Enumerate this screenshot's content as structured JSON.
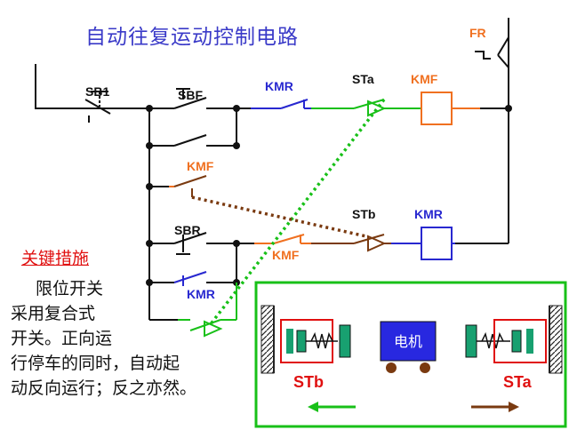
{
  "title": "自动往复运动控制电路",
  "key_title": "关键措施",
  "note_lines": [
    "限位开关",
    "采用复合式",
    "开关。正向运",
    "行停车的同时，自动起",
    "动反向运行；反之亦然。"
  ],
  "labels": {
    "sb1": "SB1",
    "sbf": "SBF",
    "sbr": "SBR",
    "kmr_nc_top": "KMR",
    "sta": "STa",
    "kmf_coil": "KMF",
    "fr": "FR",
    "kmf_hold": "KMF",
    "stb": "STb",
    "kmr_coil": "KMR",
    "kmf_nc": "KMF",
    "kmr_hold": "KMR"
  },
  "inset": {
    "motor": "电机",
    "left_switch": "STb",
    "right_switch": "STa"
  },
  "colors": {
    "title": "#3a3ac8",
    "kmr": "#2828d0",
    "kmf": "#f07020",
    "green": "#18c018",
    "brown": "#7a3a10",
    "red": "#e01010",
    "fr": "#f07020"
  }
}
